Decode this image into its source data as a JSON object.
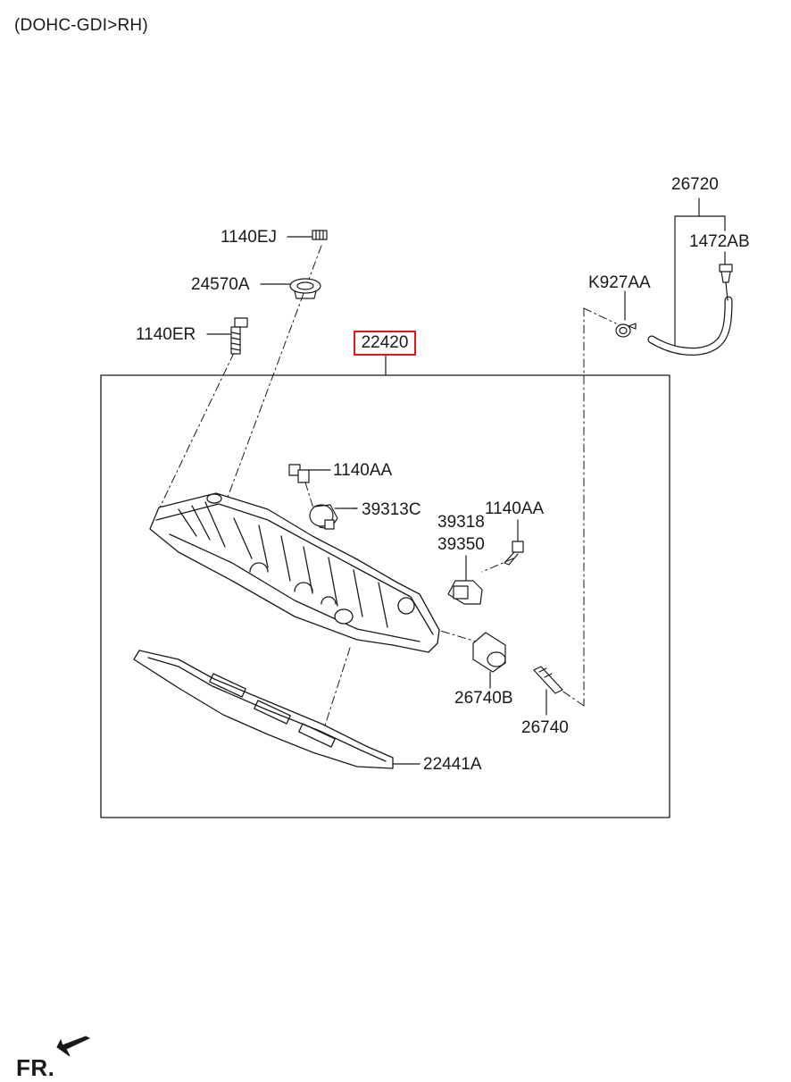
{
  "header": {
    "variant": "(DOHC-GDI>RH)"
  },
  "direction_marker": {
    "label": "FR."
  },
  "highlighted_part": "22420",
  "part_labels": {
    "p26720": "26720",
    "p1472AB": "1472AB",
    "pK927AA": "K927AA",
    "p1140EJ": "1140EJ",
    "p24570A": "24570A",
    "p1140ER": "1140ER",
    "p1140AA_a": "1140AA",
    "p39313C": "39313C",
    "p1140AA_b": "1140AA",
    "p39318": "39318",
    "p39350": "39350",
    "p26740B": "26740B",
    "p26740": "26740",
    "p22441A": "22441A"
  },
  "colors": {
    "line": "#1a1a1a",
    "highlight_border": "#e01818",
    "background": "#ffffff"
  }
}
